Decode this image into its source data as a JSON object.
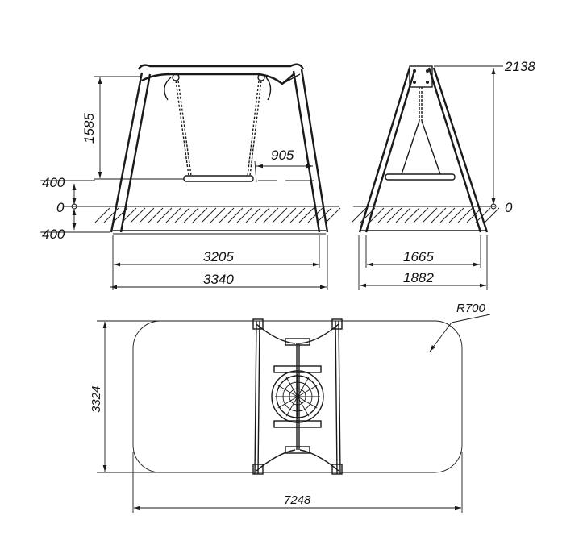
{
  "front_view": {
    "labels": {
      "height_upper": "1585",
      "seat_level": "400",
      "ground": "0",
      "below_ground": "400",
      "seat_offset": "905",
      "inner_width": "3205",
      "outer_width": "3340"
    }
  },
  "side_view": {
    "labels": {
      "total_height": "2138",
      "ground": "0",
      "inner_width": "1665",
      "outer_width": "1882"
    }
  },
  "plan_view": {
    "labels": {
      "radius": "R700",
      "depth": "3324",
      "length": "7248"
    }
  },
  "colors": {
    "line": "#1a1a1a",
    "background": "#ffffff"
  }
}
